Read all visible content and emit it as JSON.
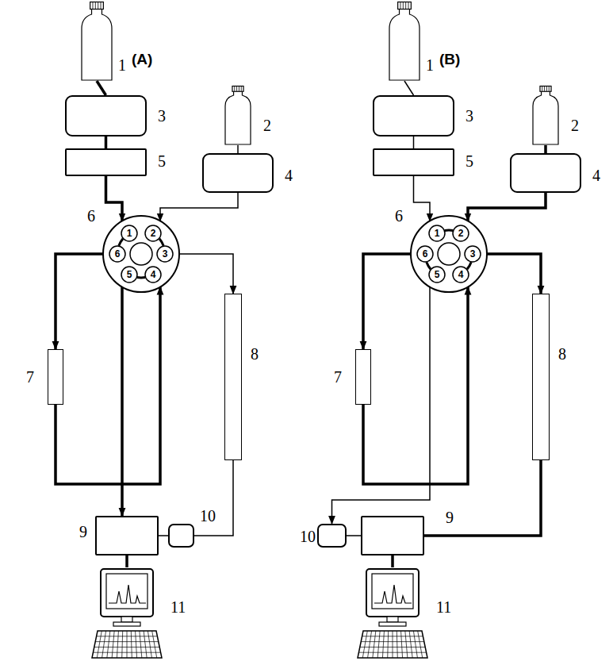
{
  "diagram": {
    "nodes": [
      {
        "text": [
          "1"
        ]
      },
      {
        "text": [
          "3"
        ]
      },
      {
        "text": [
          "5"
        ]
      },
      {
        "text": [
          "2"
        ]
      },
      {
        "text": [
          "4"
        ]
      },
      {
        "text": [
          "6"
        ]
      },
      {
        "text": [
          "7"
        ]
      },
      {
        "text": [
          "8"
        ]
      },
      {
        "text": [
          "9"
        ]
      },
      {
        "text": [
          "10"
        ]
      },
      {
        "text": [
          "11"
        ]
      },
      {
        "text": [
          "1"
        ]
      },
      {
        "text": [
          "3"
        ]
      },
      {
        "text": [
          "5"
        ]
      },
      {
        "text": [
          "2"
        ]
      },
      {
        "text": [
          "4"
        ]
      },
      {
        "text": [
          "6"
        ]
      },
      {
        "text": [
          "7"
        ]
      },
      {
        "text": [
          "8"
        ]
      },
      {
        "text": [
          "9"
        ]
      },
      {
        "text": [
          "10"
        ]
      },
      {
        "text": [
          "11"
        ]
      }
    ],
    "edges": [
      {
        "from": 0,
        "to": 1,
        "arrow": "none"
      },
      {
        "from": 1,
        "to": 2,
        "arrow": "none"
      },
      {
        "from": 2,
        "to": 5,
        "arrow": "to"
      },
      {
        "from": 3,
        "to": 4,
        "arrow": "none"
      },
      {
        "from": 4,
        "to": 5,
        "arrow": "to"
      },
      {
        "from": 5,
        "to": 6,
        "arrow": "to"
      },
      {
        "from": 6,
        "to": 5,
        "arrow": "to"
      },
      {
        "from": 5,
        "to": 8,
        "arrow": "to"
      },
      {
        "from": 5,
        "to": 7,
        "arrow": "to"
      },
      {
        "from": 7,
        "to": 9,
        "arrow": "none"
      },
      {
        "from": 9,
        "to": 8,
        "arrow": "none"
      },
      {
        "from": 8,
        "to": 10,
        "arrow": "none"
      },
      {
        "from": 11,
        "to": 12,
        "arrow": "none"
      },
      {
        "from": 12,
        "to": 13,
        "arrow": "none"
      },
      {
        "from": 13,
        "to": 16,
        "arrow": "to"
      },
      {
        "from": 14,
        "to": 15,
        "arrow": "none"
      },
      {
        "from": 15,
        "to": 16,
        "arrow": "to"
      },
      {
        "from": 16,
        "to": 17,
        "arrow": "to"
      },
      {
        "from": 17,
        "to": 16,
        "arrow": "to"
      },
      {
        "from": 16,
        "to": 20,
        "arrow": "to"
      },
      {
        "from": 16,
        "to": 18,
        "arrow": "to"
      },
      {
        "from": 18,
        "to": 19,
        "arrow": "none"
      },
      {
        "from": 20,
        "to": 19,
        "arrow": "none"
      },
      {
        "from": 19,
        "to": 21,
        "arrow": "none"
      }
    ],
    "labels": [
      "(A)",
      "(B)",
      "1",
      "2",
      "3",
      "4",
      "5",
      "6",
      "1",
      "2",
      "3",
      "4",
      "5",
      "6"
    ]
  }
}
